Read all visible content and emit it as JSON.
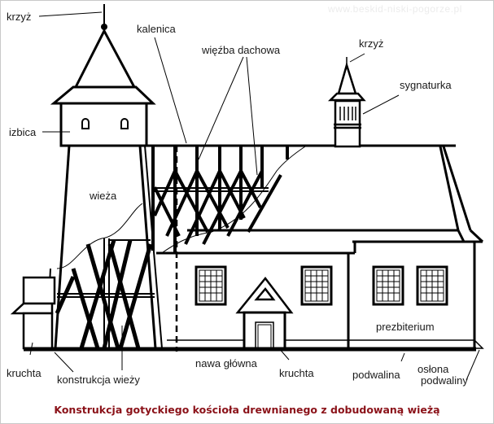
{
  "watermark": "www.beskid-niski-pogorze.pl",
  "caption": "Konstrukcja gotyckiego kościoła drewnianego z dobudowaną wieżą",
  "colors": {
    "caption": "#8b1219",
    "line": "#000000",
    "label": "#1a1a1a",
    "background": "#ffffff"
  },
  "labels": {
    "krzyz_tower": "krzyż",
    "kalenica": "kalenica",
    "wiezba_dachowa": "więźba dachowa",
    "krzyz_signature": "krzyż",
    "sygnaturka": "sygnaturka",
    "izbica": "izbica",
    "wieza": "wieża",
    "prezbiterium": "prezbiterium",
    "kruchta_left": "kruchta",
    "konstrukcja_wiezy": "konstrukcja wieży",
    "nawa_glowna": "nawa główna",
    "kruchta_center": "kruchta",
    "podwalina": "podwalina",
    "oslona_podwaliny_line1": "osłona",
    "oslona_podwaliny_line2": "podwaliny"
  }
}
